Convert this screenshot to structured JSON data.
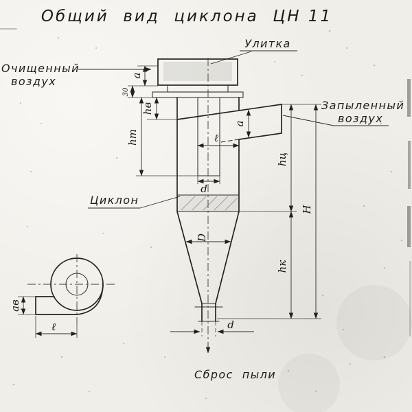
{
  "title": "Общий  вид  циклона  ЦН 11",
  "labels": {
    "volute": "Улитка",
    "clean_air_line1": "Очищенный",
    "clean_air_line2": "воздух",
    "dusty_air_line1": "Запыленный",
    "dusty_air_line2": "воздух",
    "cyclone": "Циклон",
    "dust_discharge": "Сброс  пыли"
  },
  "dimensions": {
    "volute_outlet_height": "a",
    "offset_30": "30",
    "h_inlet": "hв",
    "h_tube": "hт",
    "inlet_width": "ℓ",
    "inlet_height": "a",
    "tube_diameter": "d",
    "h_cylinder": "hц",
    "total_height": "H",
    "h_cone": "hк",
    "body_diameter": "D",
    "outlet_diameter": "d",
    "fan_outlet_height": "aв",
    "fan_outlet_length": "ℓ"
  },
  "style": {
    "paper_color": "#f0eee8",
    "ink_color": "#242424"
  }
}
